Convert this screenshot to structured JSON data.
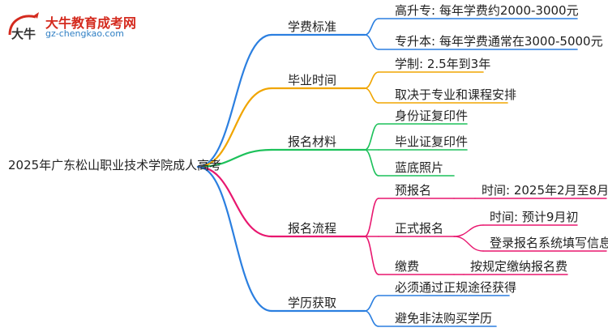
{
  "logo": {
    "title": "大牛教育成考网",
    "url": "gz-chengkao.com",
    "mark": "大牛"
  },
  "mindmap": {
    "root": "2025年广东松山职业技术学院成人高考",
    "branches": [
      {
        "label": "学费标准",
        "color": "#2b7fe0",
        "children": [
          {
            "label": "高升专: 每年学费约2000-3000元"
          },
          {
            "label": "专升本: 每年学费通常在3000-5000元"
          }
        ]
      },
      {
        "label": "毕业时间",
        "color": "#f0a500",
        "children": [
          {
            "label": "学制: 2.5年到3年"
          },
          {
            "label": "取决于专业和课程安排"
          }
        ]
      },
      {
        "label": "报名材料",
        "color": "#1cc15a",
        "children": [
          {
            "label": "身份证复印件"
          },
          {
            "label": "毕业证复印件"
          },
          {
            "label": "蓝底照片"
          }
        ]
      },
      {
        "label": "报名流程",
        "color": "#e8176f",
        "children": [
          {
            "label": "预报名",
            "children": [
              {
                "label": "时间: 2025年2月至8月"
              }
            ]
          },
          {
            "label": "正式报名",
            "children": [
              {
                "label": "时间: 预计9月初"
              },
              {
                "label": "登录报名系统填写信息"
              }
            ]
          },
          {
            "label": "缴费",
            "children": [
              {
                "label": "按规定缴纳报名费"
              }
            ]
          }
        ]
      },
      {
        "label": "学历获取",
        "color": "#2b7fe0",
        "children": [
          {
            "label": "必须通过正规途径获得"
          },
          {
            "label": "避免非法购买学历"
          }
        ]
      }
    ]
  }
}
